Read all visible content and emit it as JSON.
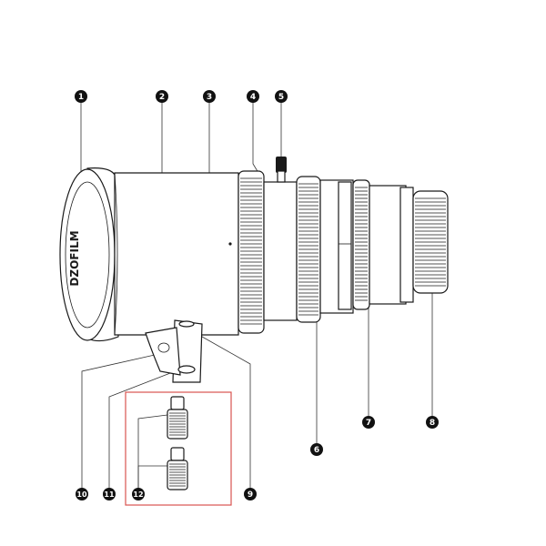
{
  "diagram": {
    "lens_logo_text": "DZOFILM",
    "colors": {
      "ink": "#1a1a1a",
      "callout_fill": "#111111",
      "highlight_box": "#d9534f",
      "paper": "#ffffff"
    },
    "callouts": [
      {
        "id": 1,
        "label": "1"
      },
      {
        "id": 2,
        "label": "2"
      },
      {
        "id": 3,
        "label": "3"
      },
      {
        "id": 4,
        "label": "4"
      },
      {
        "id": 5,
        "label": "5"
      },
      {
        "id": 6,
        "label": "6"
      },
      {
        "id": 7,
        "label": "7"
      },
      {
        "id": 8,
        "label": "8"
      },
      {
        "id": 9,
        "label": "9"
      },
      {
        "id": 10,
        "label": "10"
      },
      {
        "id": 11,
        "label": "11"
      },
      {
        "id": 12,
        "label": "12"
      }
    ]
  }
}
